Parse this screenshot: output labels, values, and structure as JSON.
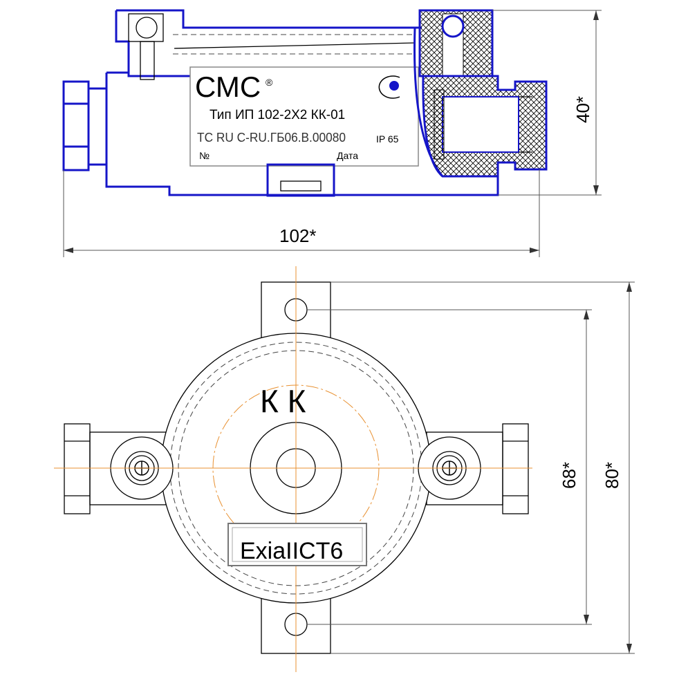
{
  "side_view": {
    "label": {
      "brand": "СМС",
      "registered_mark": "®",
      "type_line": "Тип ИП 102-2Х2 КК-01",
      "certificate": "TC RU C-RU.ГБ06.В.00080",
      "ip_rating": "IP 65",
      "number_label": "№",
      "date_label": "Дата"
    },
    "dim_height": "40*",
    "dim_length": "102*"
  },
  "top_view": {
    "marking": "К К",
    "ex_marking": "ExiaIICT6",
    "dim_hole_spacing": "68*",
    "dim_overall": "80*"
  },
  "colors": {
    "outline": "#1515c8",
    "centerline": "#e89030"
  }
}
